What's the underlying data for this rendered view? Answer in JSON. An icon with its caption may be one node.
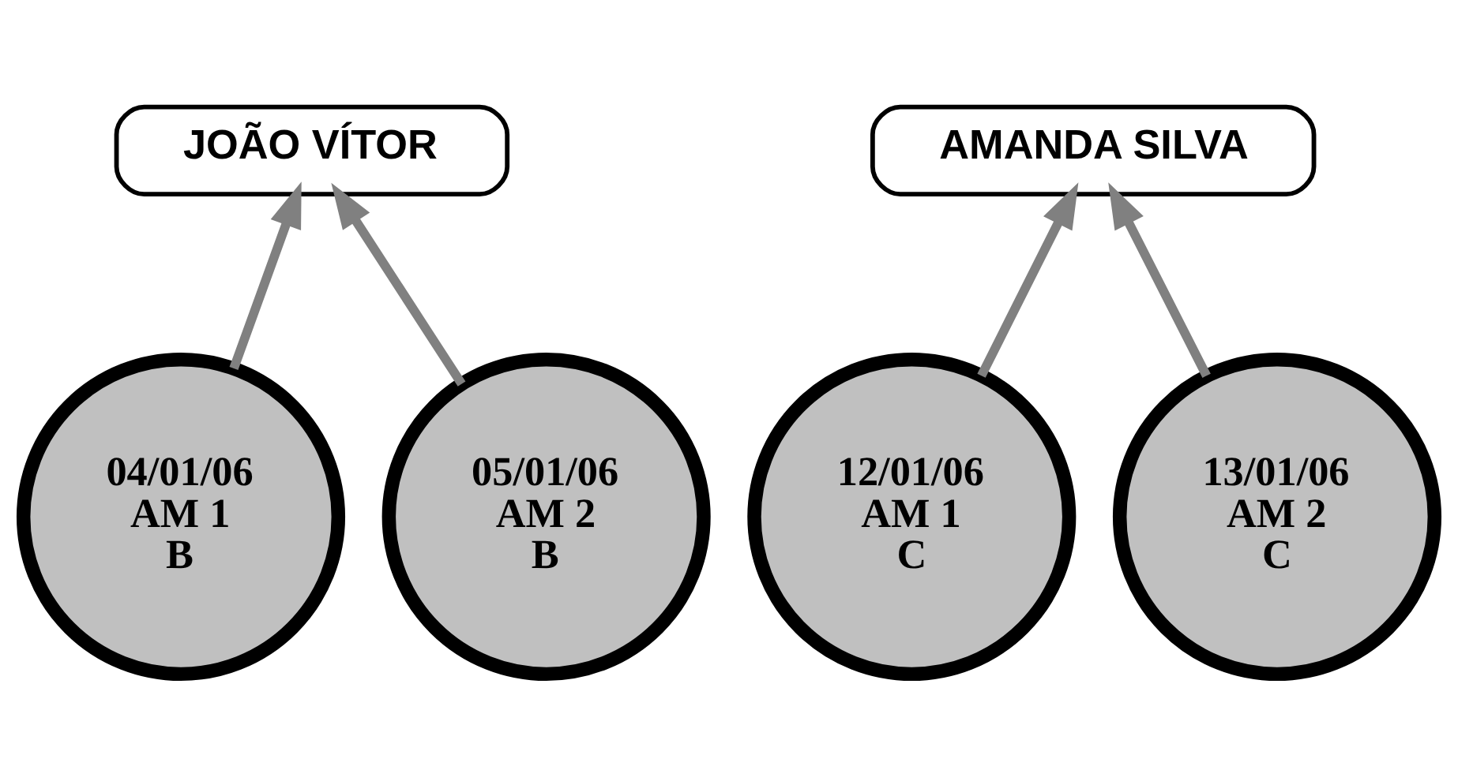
{
  "diagram": {
    "nodes": [
      {
        "text": [
          "JOÃO VÍTOR"
        ]
      },
      {
        "text": [
          "AMANDA SILVA"
        ]
      },
      {
        "text": [
          "04/01/06",
          "AM 1",
          "B"
        ]
      },
      {
        "text": [
          "05/01/06",
          "AM 2",
          "B"
        ]
      },
      {
        "text": [
          "12/01/06",
          "AM 1",
          "C"
        ]
      },
      {
        "text": [
          "13/01/06",
          "AM 2",
          "C"
        ]
      }
    ],
    "edges": [
      {
        "from": 2,
        "to": 0,
        "arrow": "to"
      },
      {
        "from": 3,
        "to": 0,
        "arrow": "to"
      },
      {
        "from": 4,
        "to": 1,
        "arrow": "to"
      },
      {
        "from": 5,
        "to": 1,
        "arrow": "to"
      }
    ]
  }
}
